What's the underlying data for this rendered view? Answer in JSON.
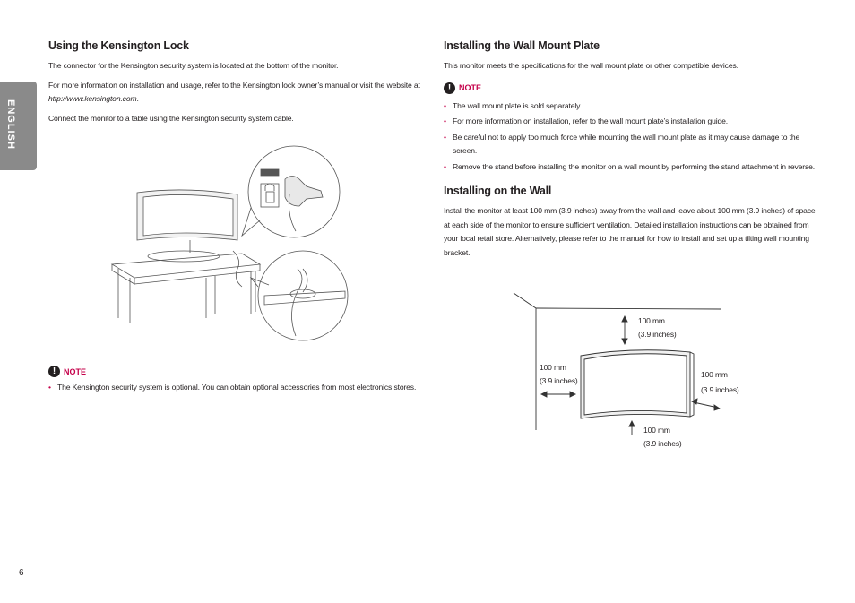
{
  "side_tab": {
    "label": "ENGLISH"
  },
  "page_number": "6",
  "kensington": {
    "heading": "Using the Kensington Lock",
    "paragraphs": [
      "The connector for the Kensington security system is located at the bottom of the monitor.",
      "For more information on installation and usage, refer to the Kensington lock owner’s manual or visit the website at ",
      "http://www.kensington.com",
      ".",
      "Connect the monitor to a table using the Kensington security system cable."
    ],
    "note_label": "NOTE",
    "note_items": [
      "The Kensington security system is optional. You can obtain optional accessories from most electronics stores."
    ]
  },
  "wall_mount_plate": {
    "heading": "Installing the Wall Mount Plate",
    "intro": "This monitor meets the specifications for the wall mount plate or other compatible devices.",
    "note_label": "NOTE",
    "note_items": [
      "The wall mount plate is sold separately.",
      "For more information on installation, refer to the wall mount plate’s installation guide.",
      "Be careful not to apply too much force while mounting the wall mount plate as it may cause damage to the screen.",
      "Remove the stand before installing the monitor on a wall mount by performing the stand attachment in reverse."
    ]
  },
  "wall_install": {
    "heading": "Installing on the Wall",
    "body": "Install the monitor at least 100 mm (3.9 inches) away from the wall and leave about 100 mm (3.9 inches) of space at each side of the monitor to ensure sufficient ventilation. Detailed installation instructions can be obtained from your local retail store. Alternatively, please refer to the manual for how to install and set up a tilting wall mounting bracket.",
    "dims": {
      "top": [
        "100 mm",
        "(3.9 inches)"
      ],
      "left": [
        "100 mm",
        "(3.9 inches)"
      ],
      "right": [
        "100 mm",
        "(3.9 inches)"
      ],
      "bottom": [
        "100 mm",
        "(3.9 inches)"
      ]
    }
  }
}
